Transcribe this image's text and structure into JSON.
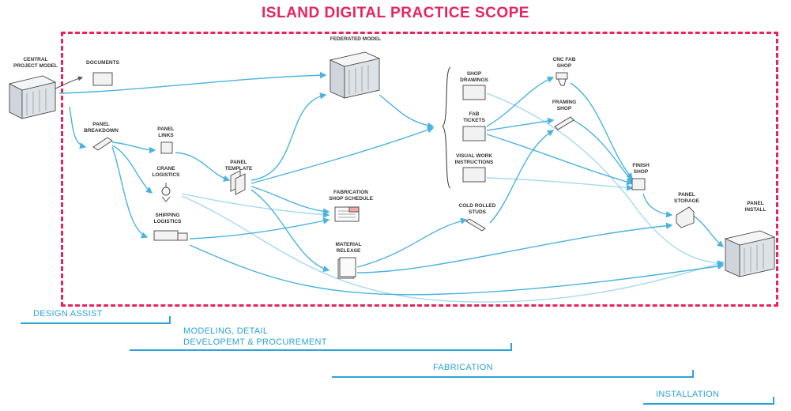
{
  "title": "ISLAND DIGITAL PRACTICE SCOPE",
  "colors": {
    "scope_border": "#e8235f",
    "flow_line": "#4bb3e0",
    "phase": "#2aa3d9"
  },
  "nodes": {
    "central_project_model": "CENTRAL\nPROJECT MODEL",
    "documents": "DOCUMENTS",
    "federated_model": "FEDERATED MODEL",
    "panel_breakdown": "PANEL\nBREAKDOWN",
    "panel_links": "PANEL\nLINKS",
    "crane_logistics": "CRANE\nLOGISTICS",
    "shipping_logistics": "SHIPPING\nLOGISTICS",
    "panel_template": "PANEL\nTEMPLATE",
    "fabrication_shop_schedule": "FABRICATION\nSHOP SCHEDULE",
    "material_release": "MATERIAL\nRELEASE",
    "shop_drawings": "SHOP\nDRAWINGS",
    "fab_tickets": "FAB\nTICKETS",
    "visual_work_instructions": "VISUAL WORK\nINSTRUCTIONS",
    "cold_rolled_studs": "COLD ROLLED\nSTUDS",
    "cnc_fab_shop": "CNC FAB\nSHOP",
    "framing_shop": "FRAMING\nSHOP",
    "finish_shop": "FINISH\nSHOP",
    "panel_storage": "PANEL\nSTORAGE",
    "panel_install": "PANEL\nINSTALL"
  },
  "phases": {
    "design_assist": "DESIGN ASSIST",
    "modeling": "MODELING, DETAIL\nDEVELOPEMT & PROCUREMENT",
    "fabrication": "FABRICATION",
    "installation": "INSTALLATION"
  }
}
